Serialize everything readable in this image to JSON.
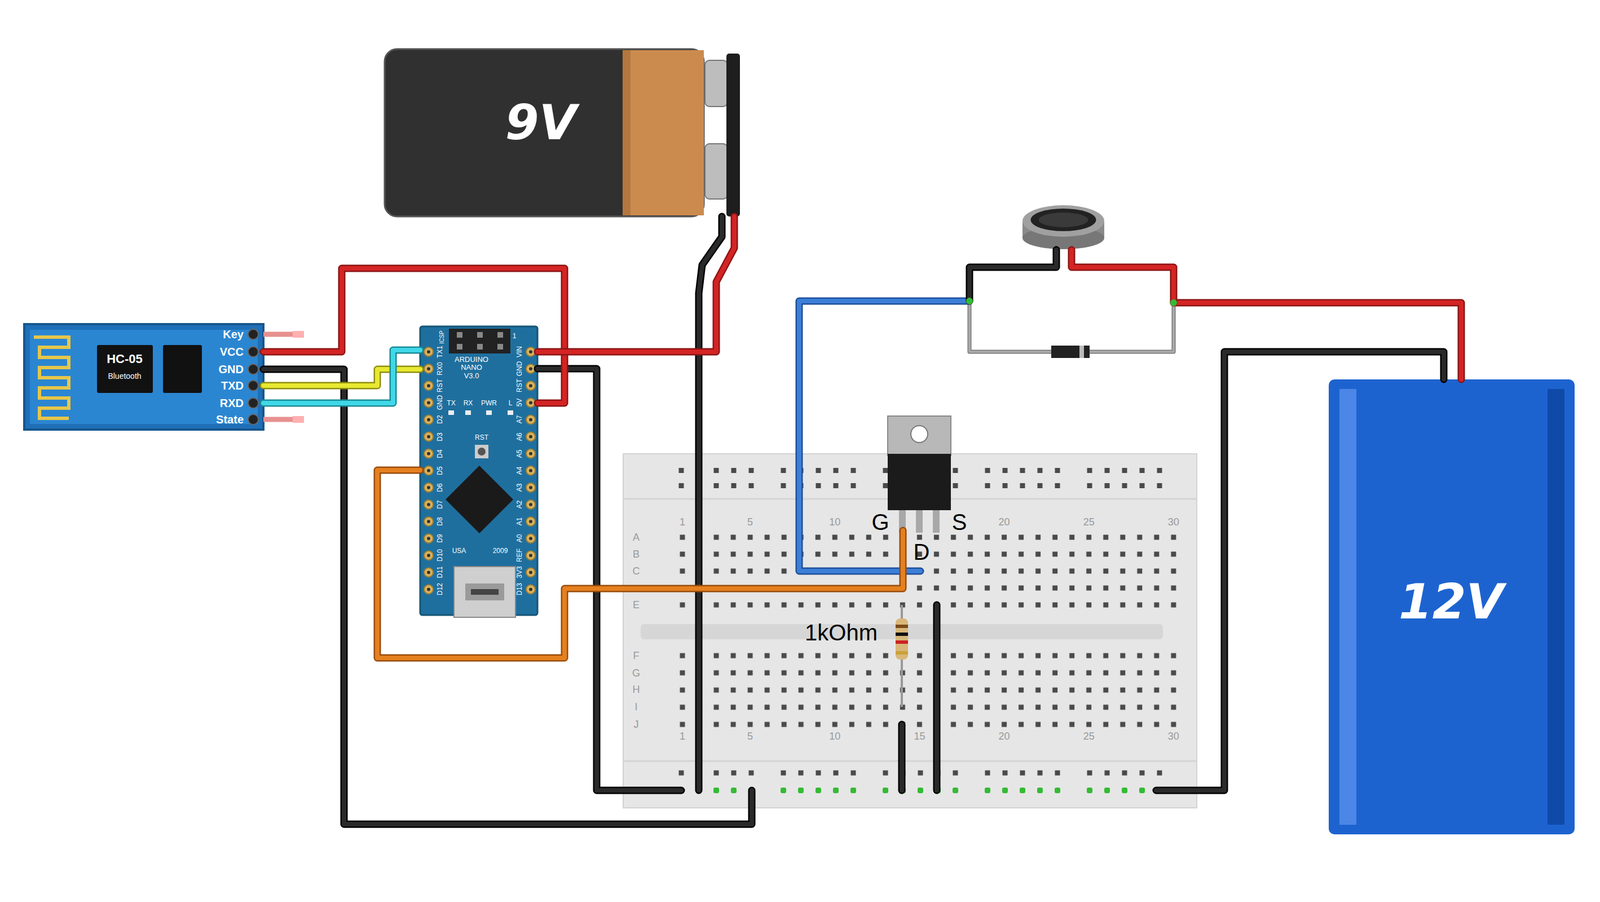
{
  "diagram": {
    "nodes": [
      {
        "text": [
          "9V"
        ]
      },
      {
        "text": [
          "HC-05",
          "Bluetooth"
        ]
      },
      {
        "text": [
          "ARDUINO NANO V3.0"
        ]
      },
      {
        "text": [
          "G",
          "D",
          "S"
        ]
      },
      {
        "text": [
          "1kOhm"
        ]
      },
      {
        "text": [
          "12V"
        ]
      }
    ],
    "edges": [
      {
        "from": 1,
        "to": 2,
        "arrow": "none"
      },
      {
        "from": 1,
        "to": 2,
        "arrow": "none"
      },
      {
        "from": 1,
        "to": 2,
        "arrow": "none"
      },
      {
        "from": 0,
        "to": 2,
        "arrow": "none"
      },
      {
        "from": 2,
        "to": 3,
        "arrow": "none"
      }
    ],
    "labels": [
      "Key",
      "VCC",
      "GND",
      "TXD",
      "RXD",
      "State",
      "TX1",
      "RX0",
      "RST",
      "GND",
      "D2",
      "D3",
      "D4",
      "D5",
      "D6",
      "D7",
      "D8",
      "D9",
      "D10",
      "D11",
      "D12",
      "VIN",
      "GND",
      "RST",
      "5V",
      "A7",
      "A6",
      "A5",
      "A4",
      "A3",
      "A2",
      "A1",
      "A0",
      "REF",
      "3V3",
      "D13",
      "ICSP",
      "1",
      "TX",
      "RX",
      "PWR",
      "L",
      "RST",
      "USA",
      "2009",
      "1",
      "5",
      "10",
      "20",
      "25",
      "30",
      "1",
      "5",
      "10",
      "15",
      "20",
      "25",
      "30",
      "A",
      "B",
      "C",
      "E",
      "F",
      "G",
      "H",
      "I",
      "J"
    ]
  }
}
